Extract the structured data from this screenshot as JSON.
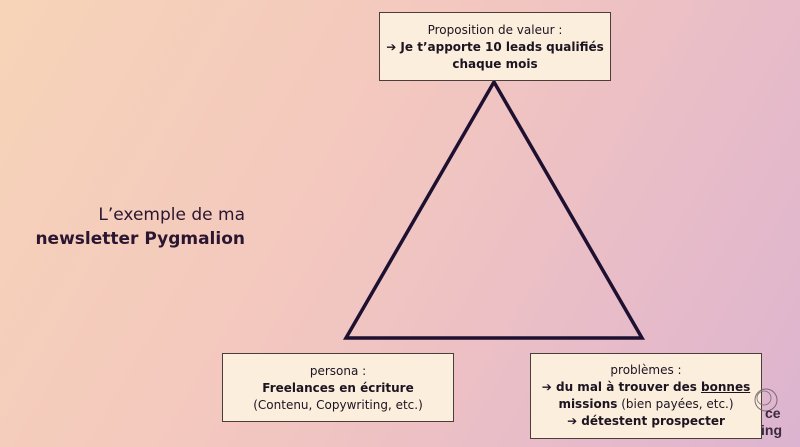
{
  "intro": {
    "line1": "L’exemple de ma",
    "line2": "newsletter Pygmalion"
  },
  "top_box": {
    "heading": "Proposition de valeur :",
    "line1": "➔ Je t’apporte 10 leads qualifiés",
    "line2": "chaque mois"
  },
  "left_box": {
    "heading": "persona :",
    "line1": "Freelances en écriture",
    "line2": "(Contenu, Copywriting, etc.)"
  },
  "right_box": {
    "heading": "problèmes :",
    "line1_a": "➔ du mal à trouver des ",
    "line1_b": "bonnes",
    "line2_a": "missions",
    "line2_b": " (bien payées, etc.)",
    "line3": "➔ détestent prospecter"
  },
  "logo": {
    "line1": "ce",
    "line2": "ing"
  },
  "colors": {
    "triangle_stroke": "#1e1030",
    "box_fill": "#fbeedd",
    "text_dark": "#1c1420"
  }
}
